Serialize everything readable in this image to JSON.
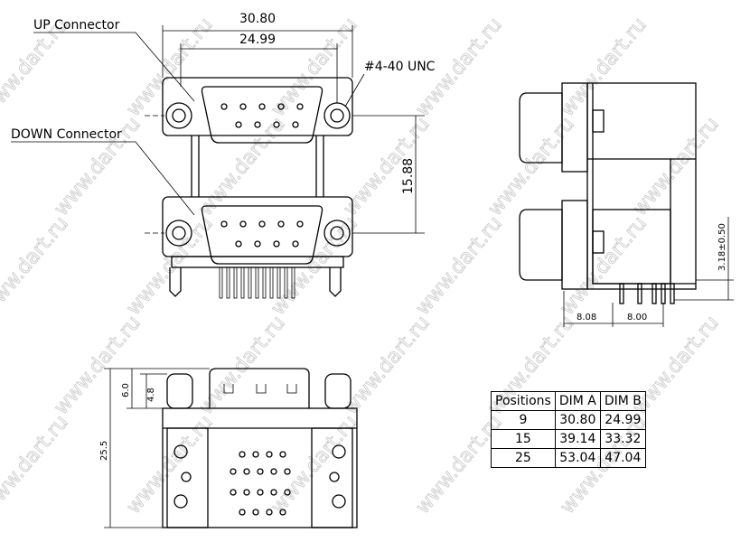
{
  "labels": {
    "up_connector": "UP Connector",
    "down_connector": "DOWN Connector",
    "dim_a": "30.80",
    "dim_b": "24.99",
    "thread": "#4-40 UNC",
    "pitch": "15.88",
    "standoff": "3.18±0.50",
    "side_1": "8.08",
    "side_2": "8.00",
    "bottom_h1": "6.0",
    "bottom_h2": "4.8",
    "bottom_total": "25.5"
  },
  "watermark": "www.dart.ru",
  "table": {
    "headers": [
      "Positions",
      "DIM  A",
      "DIM  B"
    ],
    "rows": [
      [
        "9",
        "30.80",
        "24.99"
      ],
      [
        "15",
        "39.14",
        "33.32"
      ],
      [
        "25",
        "53.04",
        "47.04"
      ]
    ]
  }
}
